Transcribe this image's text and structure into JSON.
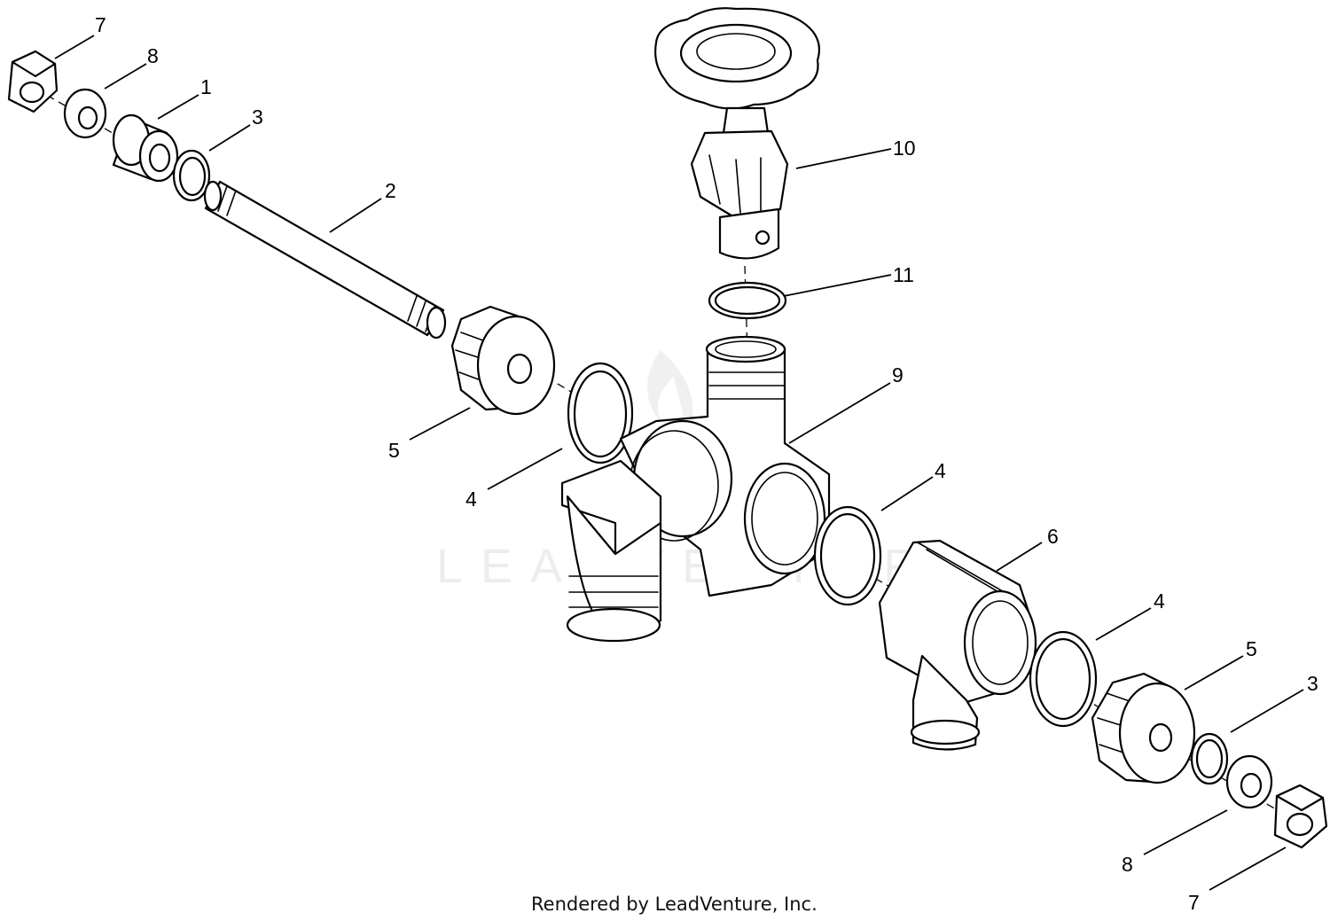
{
  "diagram": {
    "type": "exploded-parts-diagram",
    "callouts": [
      "7",
      "8",
      "1",
      "3",
      "2",
      "10",
      "11",
      "9",
      "5",
      "4",
      "4",
      "6",
      "4",
      "5",
      "3",
      "8",
      "7"
    ],
    "watermark_text": "LEADVENTURE",
    "credit": "Rendered by LeadVenture, Inc."
  }
}
